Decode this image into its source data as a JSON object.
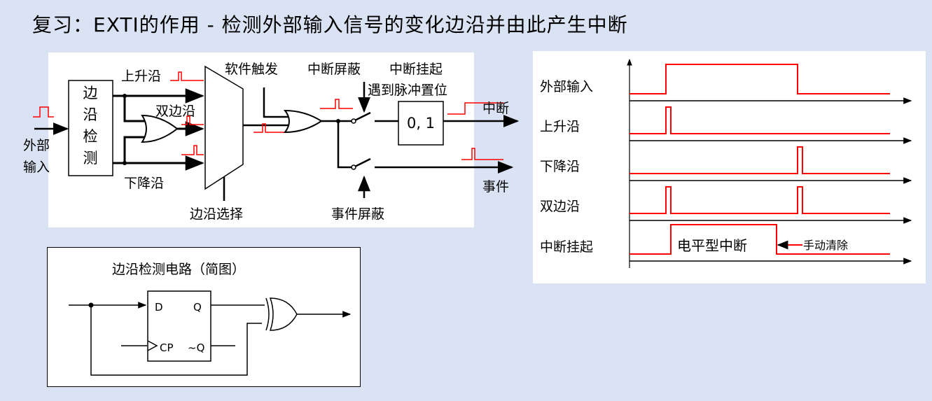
{
  "slide": {
    "title": "复习：EXTI的作用 - 检测外部输入信号的变化边沿并由此产生中断"
  },
  "exti_diagram": {
    "block_label": [
      "边",
      "沿",
      "检",
      "测"
    ],
    "input_label": [
      "外部",
      "输入"
    ],
    "rising_edge": "上升沿",
    "dual_edge": "双边沿",
    "falling_edge": "下降沿",
    "edge_select": "边沿选择",
    "software_trigger": "软件触发",
    "interrupt_mask": "中断屏蔽",
    "interrupt_pending": "中断挂起",
    "pulse_set": "遇到脉冲置位",
    "pending_value": "0, 1",
    "interrupt_out": "中断",
    "event_out": "事件",
    "event_mask": "事件屏蔽"
  },
  "edge_circuit": {
    "title": "边沿检测电路（简图）",
    "pin_d": "D",
    "pin_q": "Q",
    "pin_cp": "CP",
    "pin_qn": "~Q"
  },
  "timing": {
    "signals": [
      "外部输入",
      "上升沿",
      "下降沿",
      "双边沿",
      "中断挂起"
    ],
    "level_note": "电平型中断",
    "clear_note": "手动清除"
  },
  "colors": {
    "signal": "#ff0000",
    "background": "#dae3f3"
  }
}
